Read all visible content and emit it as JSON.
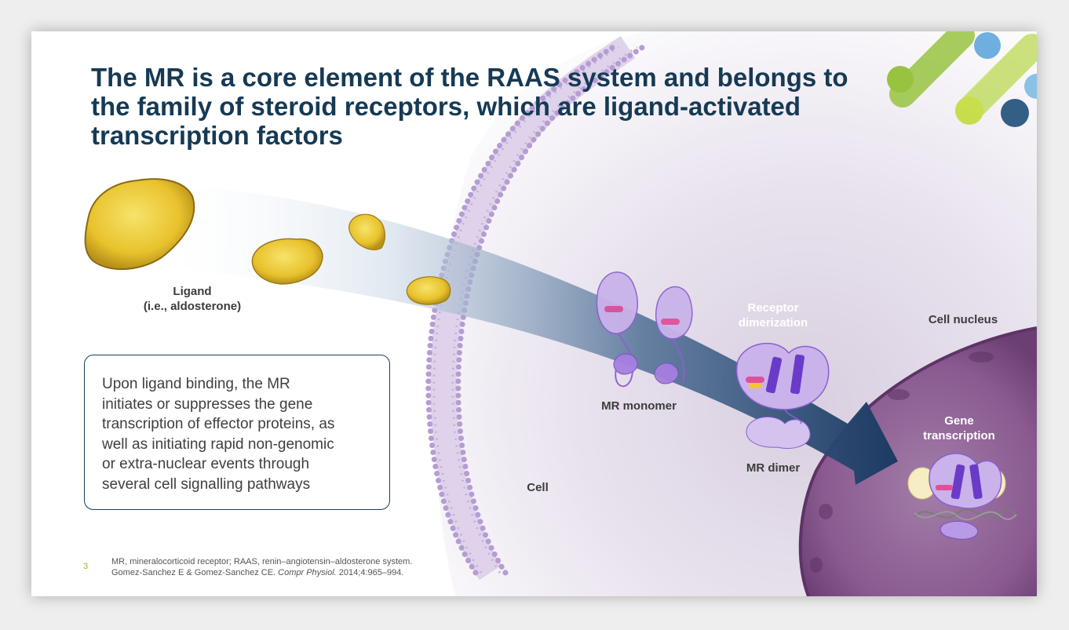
{
  "title": "The MR is a core element of the RAAS system and belongs to the family of steroid receptors, which are ligand-activated transcription factors",
  "labels": {
    "ligand_line1": "Ligand",
    "ligand_line2": "(i.e., aldosterone)",
    "receptor_line1": "Receptor",
    "receptor_line2": "dimerization",
    "cell_nucleus": "Cell nucleus",
    "gene_line1": "Gene",
    "gene_line2": "transcription",
    "mr_monomer": "MR monomer",
    "mr_dimer": "MR dimer",
    "cell": "Cell"
  },
  "callout": {
    "lines": [
      "Upon ligand binding, the MR",
      "initiates or suppresses the gene",
      "transcription of effector proteins, as",
      "well as initiating rapid non-genomic",
      "or extra-nuclear events through",
      "several cell signalling pathways"
    ]
  },
  "footer": {
    "page_number": "3",
    "line1": "MR, mineralocorticoid receptor; RAAS, renin–angiotensin–aldosterone system.",
    "line2_pre": "Gomez-Sanchez E & Gomez-Sanchez CE. ",
    "line2_journal": "Compr Physiol.",
    "line2_post": " 2014;4:965–994."
  },
  "colors": {
    "title": "#163a55",
    "callout_border": "#173f5f",
    "ligand": "#e8c22c",
    "receptor": "#8c5fd0",
    "nucleus": "#8a5a90",
    "accent_green": "#8fbf2e",
    "accent_blue": "#5fa8dc"
  }
}
